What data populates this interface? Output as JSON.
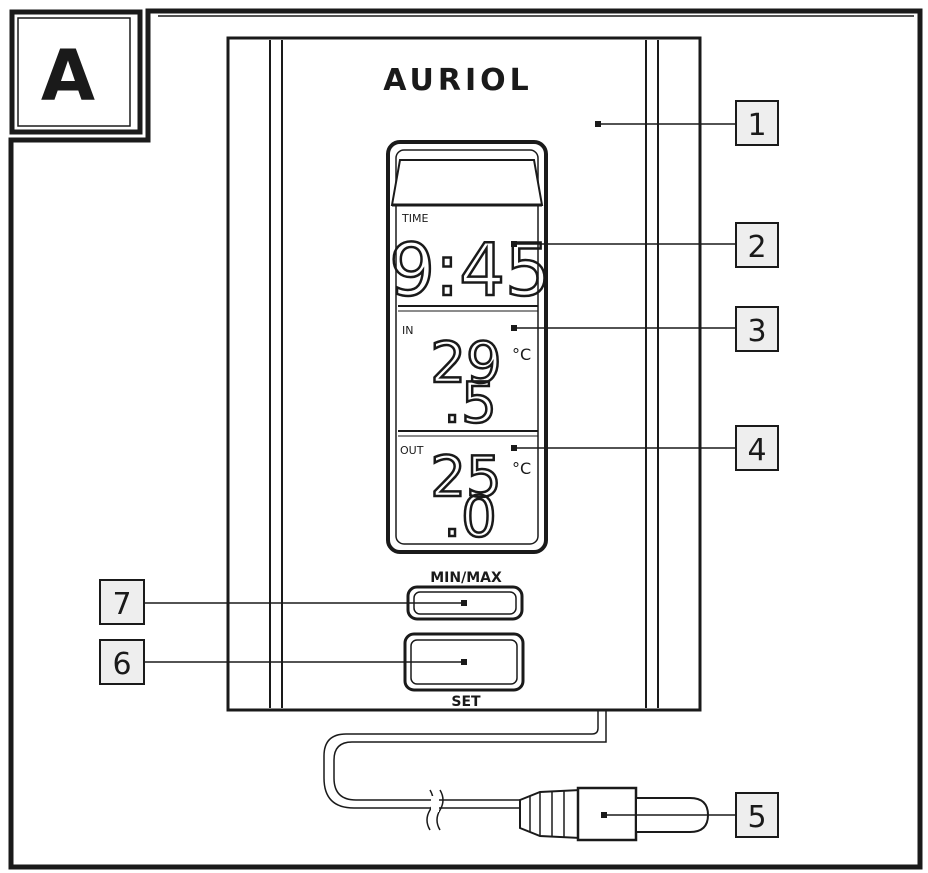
{
  "figure": {
    "panel_letter": "A",
    "brand": "AURIOL",
    "brand_mark": "·",
    "display": {
      "time_label": "TIME",
      "time_value": "9:45",
      "in_label": "IN",
      "in_value_main": "29",
      "in_value_decimal": ".5",
      "out_label": "OUT",
      "out_value_main": "25",
      "out_value_decimal": ".0",
      "unit": "°C"
    },
    "buttons": {
      "minmax_label": "MIN/MAX",
      "set_label": "SET"
    },
    "callouts": [
      "1",
      "2",
      "3",
      "4",
      "5",
      "6",
      "7"
    ]
  }
}
